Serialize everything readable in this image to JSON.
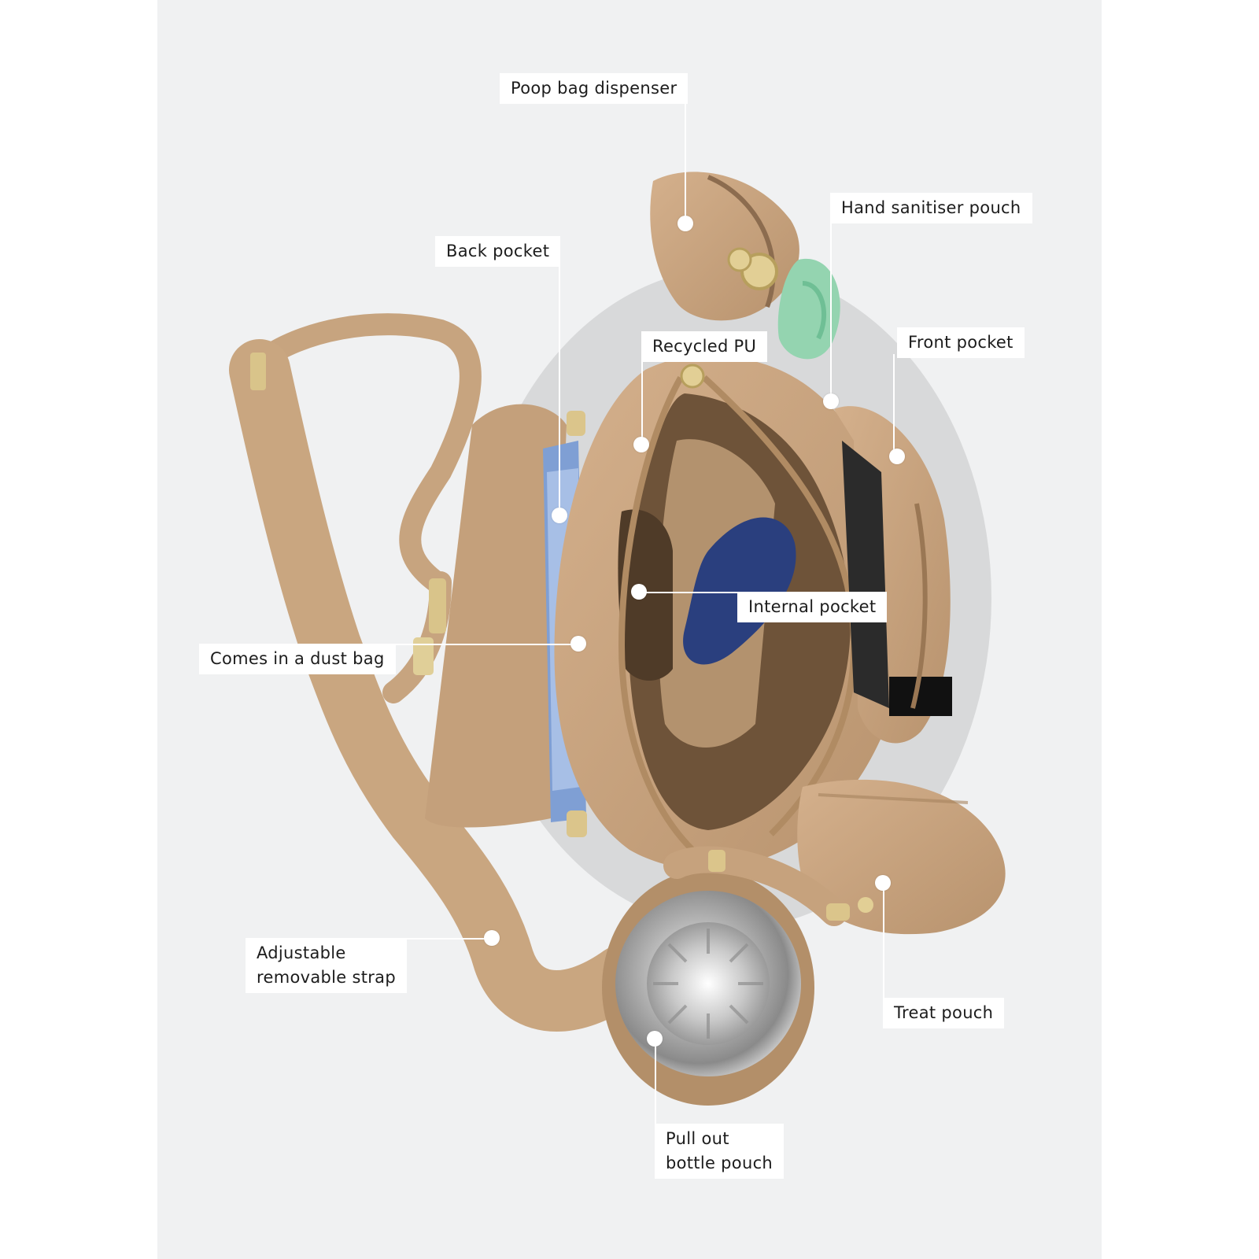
{
  "colors": {
    "background": "#f0f1f2",
    "leather": "#c9a582",
    "strap": "#c7a47f",
    "lining": "#6b5238",
    "label_bg": "#ffffff",
    "label_text": "#1c1c1c"
  },
  "callouts": {
    "poop_bag": "Poop bag dispenser",
    "hand_sanitiser": "Hand sanitiser pouch",
    "back_pocket": "Back pocket",
    "recycled_pu": "Recycled PU",
    "front_pocket": "Front pocket",
    "internal_pocket": "Internal pocket",
    "dust_bag": "Comes in a dust bag",
    "strap_line1": "Adjustable",
    "strap_line2": "removable strap",
    "treat_pouch": "Treat pouch",
    "bottle_line1": "Pull out",
    "bottle_line2": "bottle pouch"
  }
}
